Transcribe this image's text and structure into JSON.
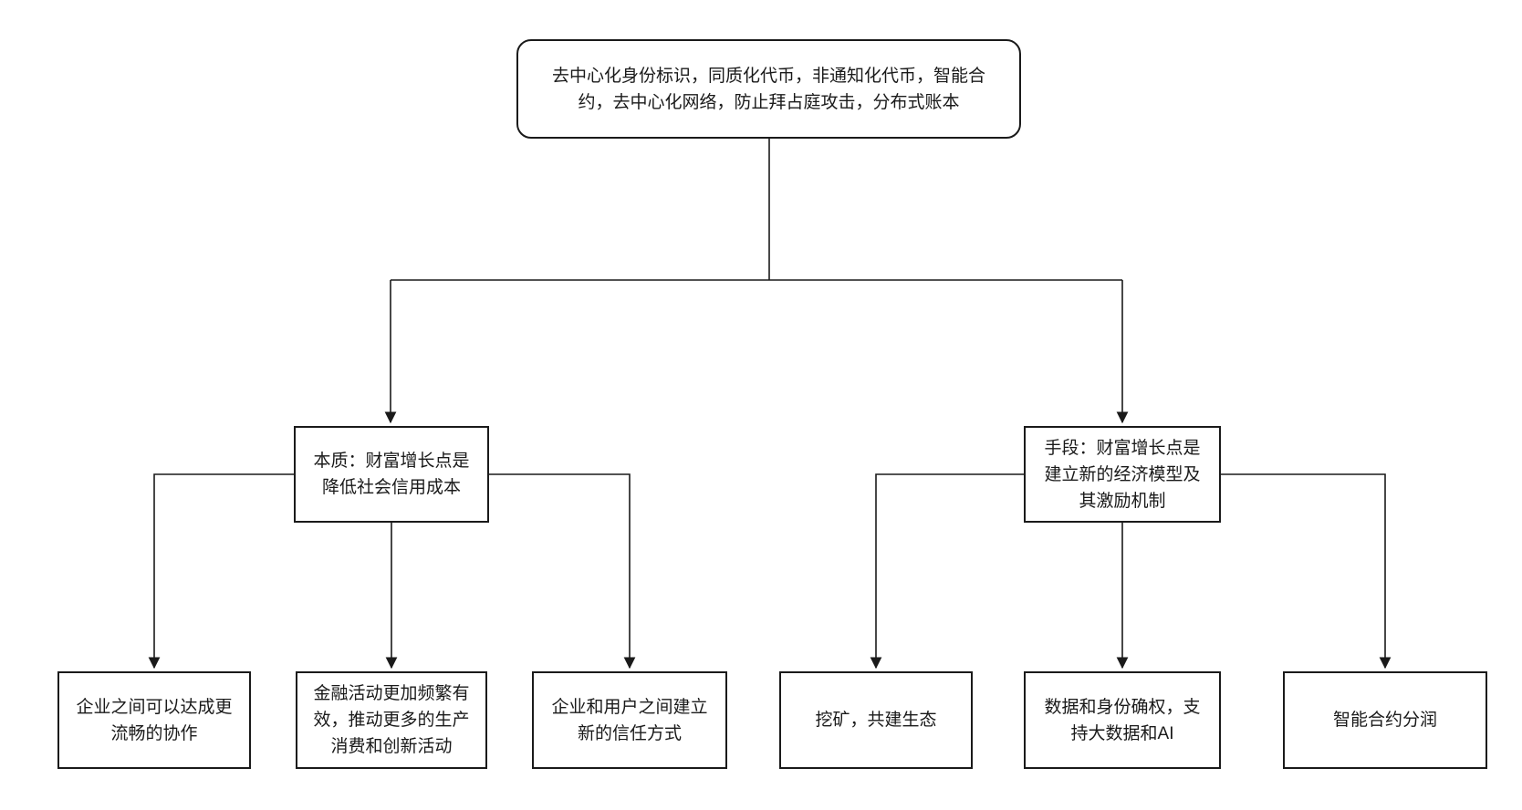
{
  "diagram": {
    "background_color": "#ffffff",
    "stroke_color": "#1a1a1a",
    "nodes": {
      "root": {
        "label": "去中心化身份标识，同质化代币，非通知化代币，智能合\n约，去中心化网络，防止拜占庭攻击，分布式账本"
      },
      "essence": {
        "label": "本质：财富增长点是\n降低社会信用成本"
      },
      "means": {
        "label": "手段：财富增长点是\n建立新的经济模型及\n其激励机制"
      },
      "leaf_collaboration": {
        "label": "企业之间可以达成更\n流畅的协作"
      },
      "leaf_financial_activity": {
        "label": "金融活动更加频繁有\n效，推动更多的生产\n消费和创新活动"
      },
      "leaf_trust": {
        "label": "企业和用户之间建立\n新的信任方式"
      },
      "leaf_mining": {
        "label": "挖矿，共建生态"
      },
      "leaf_data_rights": {
        "label": "数据和身份确权，支\n持大数据和AI"
      },
      "leaf_smart_contract": {
        "label": "智能合约分润"
      }
    }
  }
}
